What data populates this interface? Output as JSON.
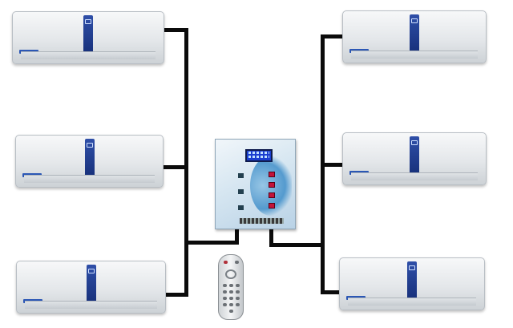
{
  "diagram": {
    "units": [
      {
        "id": "ac-top-left",
        "side": "left"
      },
      {
        "id": "ac-middle-left",
        "side": "left"
      },
      {
        "id": "ac-bottom-left",
        "side": "left"
      },
      {
        "id": "ac-top-right",
        "side": "right"
      },
      {
        "id": "ac-middle-right",
        "side": "right"
      },
      {
        "id": "ac-bottom-right",
        "side": "right"
      }
    ],
    "controller": {
      "display_color": "#1a3fd0",
      "key_color": "#c2133a"
    },
    "remote": {
      "icon": "remote-control-icon"
    },
    "wire_color": "#0b0b0b",
    "unit_accent": "#2f4fa8"
  }
}
